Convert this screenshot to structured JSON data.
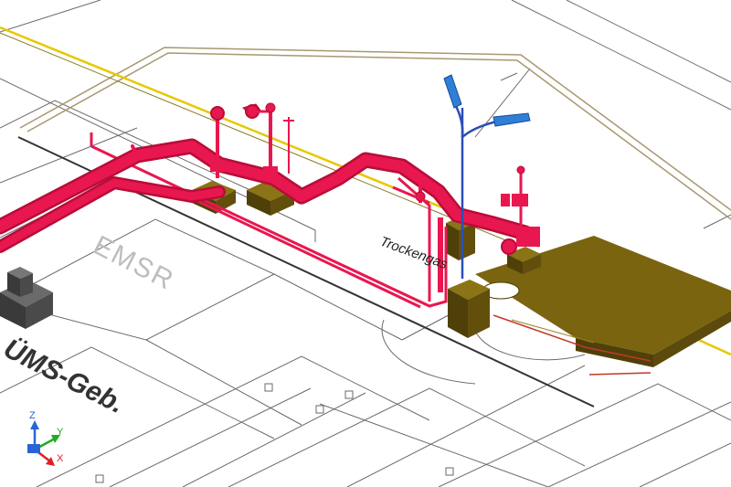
{
  "drawing": {
    "labels": {
      "emsr": "EMSR",
      "building": "ÜMS-Geb.",
      "pipeline": "Trockengas"
    },
    "ucs": {
      "z": "Z",
      "y": "Y",
      "x": "X"
    }
  },
  "colors": {
    "background": "#ffffff",
    "outline": "#5f5f5f",
    "pipe": "#e8174f",
    "pipe_dark": "#b80d38",
    "concrete": "#7a6410",
    "concrete_dark": "#4f400a",
    "yellow_line": "#e6c800",
    "boundary": "#a89870",
    "lamp_pole": "#2a4fb5",
    "lamp_head": "#2f7fd6",
    "block": "#555555",
    "axis_x": "#e02020",
    "axis_y": "#22aa22",
    "axis_z": "#2a63d6"
  },
  "icons": [
    "ucs-axis-icon",
    "street-lamp-icon",
    "valve-icon"
  ]
}
